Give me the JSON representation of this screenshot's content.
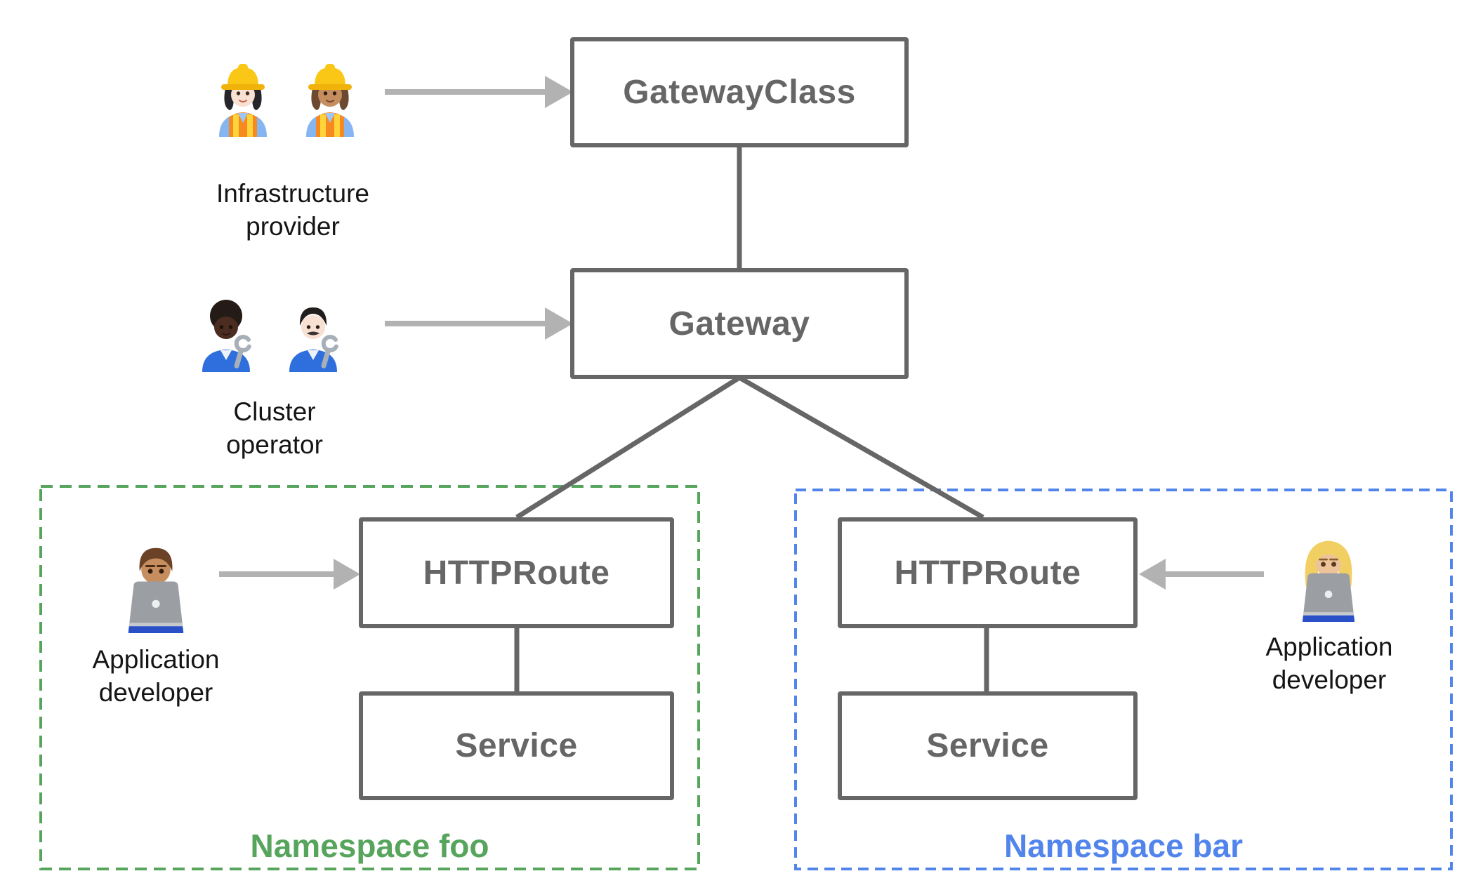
{
  "diagram": {
    "nodes": {
      "gatewayclass": {
        "label": "GatewayClass"
      },
      "gateway": {
        "label": "Gateway"
      },
      "httproute_foo": {
        "label": "HTTPRoute"
      },
      "service_foo": {
        "label": "Service"
      },
      "httproute_bar": {
        "label": "HTTPRoute"
      },
      "service_bar": {
        "label": "Service"
      }
    },
    "namespaces": {
      "foo": {
        "label": "Namespace foo",
        "color": "#57a55c",
        "border_style": "dashed"
      },
      "bar": {
        "label": "Namespace bar",
        "color": "#5285ec",
        "border_style": "dashed"
      }
    },
    "personas": [
      {
        "label": "Infrastructure provider",
        "icons": [
          {
            "name": "woman-construction-worker-light-emoji",
            "glyph": "👷🏻‍♀️"
          },
          {
            "name": "woman-construction-worker-medium-emoji",
            "glyph": "👷🏽‍♀️"
          }
        ]
      },
      {
        "label": "Cluster operator",
        "icons": [
          {
            "name": "mechanic-dark-emoji",
            "glyph": "🧑🏿‍🔧"
          },
          {
            "name": "man-mechanic-light-emoji",
            "glyph": "👨🏻‍🔧"
          }
        ]
      },
      {
        "label": "Application developer",
        "icons": [
          {
            "name": "man-technologist-emoji",
            "glyph": "👨🏽‍💻"
          }
        ]
      },
      {
        "label": "Application developer",
        "icons": [
          {
            "name": "woman-technologist-emoji",
            "glyph": "👩🏼‍💻"
          }
        ]
      }
    ],
    "edges": [
      {
        "from": "Infrastructure provider",
        "to": "GatewayClass",
        "type": "arrow"
      },
      {
        "from": "Cluster operator",
        "to": "Gateway",
        "type": "arrow"
      },
      {
        "from": "Application developer",
        "to": "HTTPRoute (Namespace foo)",
        "type": "arrow"
      },
      {
        "from": "Application developer",
        "to": "HTTPRoute (Namespace bar)",
        "type": "arrow"
      },
      {
        "from": "GatewayClass",
        "to": "Gateway",
        "type": "line"
      },
      {
        "from": "Gateway",
        "to": "HTTPRoute (Namespace foo)",
        "type": "line"
      },
      {
        "from": "Gateway",
        "to": "HTTPRoute (Namespace bar)",
        "type": "line"
      },
      {
        "from": "HTTPRoute (Namespace foo)",
        "to": "Service (Namespace foo)",
        "type": "line"
      },
      {
        "from": "HTTPRoute (Namespace bar)",
        "to": "Service (Namespace bar)",
        "type": "line"
      }
    ],
    "colors": {
      "node_border": "#666666",
      "node_text": "#666666",
      "connector": "#666666",
      "arrow": "#b2b2b2",
      "persona_text": "#151515"
    }
  }
}
